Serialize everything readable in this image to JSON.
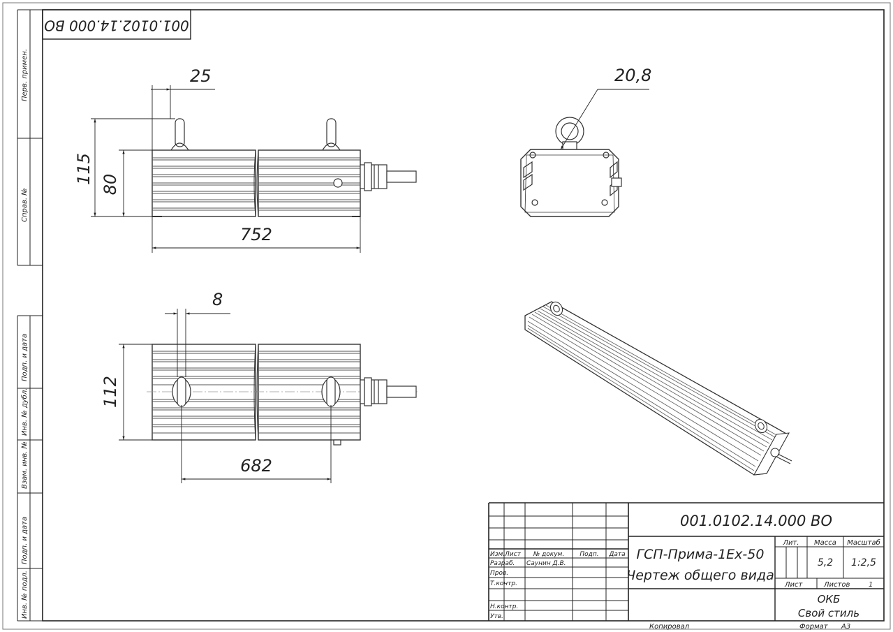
{
  "drawing": {
    "code": "001.0102.14.000 ВО",
    "code_rotated": "001.0102.14.000 ВО",
    "product_name": "ГСП-Прима-1Ex-50",
    "drawing_type": "Чертеж общего вида",
    "organization_line1": "ОКБ",
    "organization_line2": "Свой стиль",
    "footer_copy": "Копировал",
    "footer_format_label": "Формат",
    "footer_format_value": "А3"
  },
  "dimensions": {
    "top_view_offset": "25",
    "top_view_height_overall": "115",
    "top_view_height_body": "80",
    "top_view_length": "752",
    "eye_diameter": "20,8",
    "plan_offset": "8",
    "plan_width": "112",
    "plan_mount_spacing": "682"
  },
  "side_strip": {
    "perv_primen": "Перв. примен.",
    "sprav_no": "Справ. №",
    "podp_data_1": "Подп. и дата",
    "inv_dubl": "Инв. № дубл.",
    "vzam_inv": "Взам. инв. №",
    "podp_data_2": "Подп. и дата",
    "inv_podl": "Инв. № подл."
  },
  "title_block": {
    "headers": {
      "izm": "Изм.",
      "list": "Лист",
      "doc_no": "№ докум.",
      "podp": "Подп.",
      "data": "Дата"
    },
    "roles": {
      "razrab": "Разраб.",
      "razrab_name": "Саунин Д.В.",
      "prov": "Пров.",
      "tkontr": "Т.контр.",
      "nkontr": "Н.контр.",
      "utv": "Утв."
    },
    "lit_label": "Лит.",
    "mass_label": "Масса",
    "scale_label": "Масштаб",
    "mass_value": "5,2",
    "scale_value": "1:2,5",
    "sheet_label": "Лист",
    "sheets_label": "Листов",
    "sheets_value": "1"
  }
}
